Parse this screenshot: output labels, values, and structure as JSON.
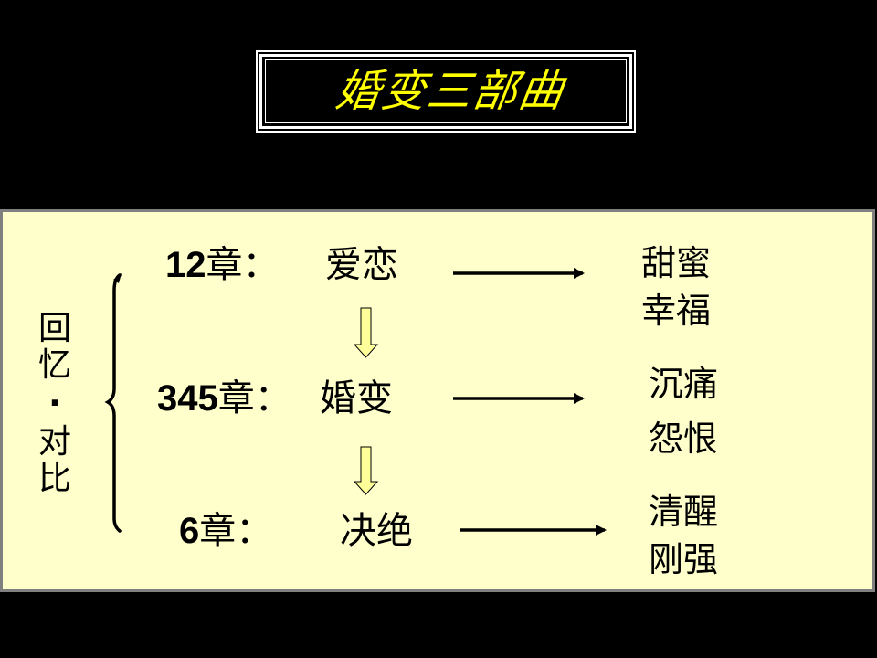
{
  "title": "婚变三部曲",
  "colors": {
    "background": "#000000",
    "title_text": "#ffff00",
    "title_border": "#ffffff",
    "panel_fill": "#ffffcc",
    "panel_border": "#808080",
    "down_arrow_fill": "#ffff99",
    "text": "#000000"
  },
  "side_label": {
    "chars": [
      "回",
      "忆",
      "·",
      "对",
      "比"
    ]
  },
  "rows": [
    {
      "chapter_num": "12",
      "chapter_suffix": "章：",
      "stage": "爱恋",
      "result": [
        "甜蜜",
        "幸福"
      ]
    },
    {
      "chapter_num": "345",
      "chapter_suffix": "章：",
      "stage": "婚变",
      "result": [
        "沉痛",
        "怨恨"
      ]
    },
    {
      "chapter_num": "6",
      "chapter_suffix": "章：",
      "stage": "决绝",
      "result": [
        "清醒",
        "刚强"
      ]
    }
  ],
  "icons": {
    "brace": "left-curly-brace",
    "right_arrow": "right-arrow",
    "down_arrow": "block-down-arrow"
  }
}
